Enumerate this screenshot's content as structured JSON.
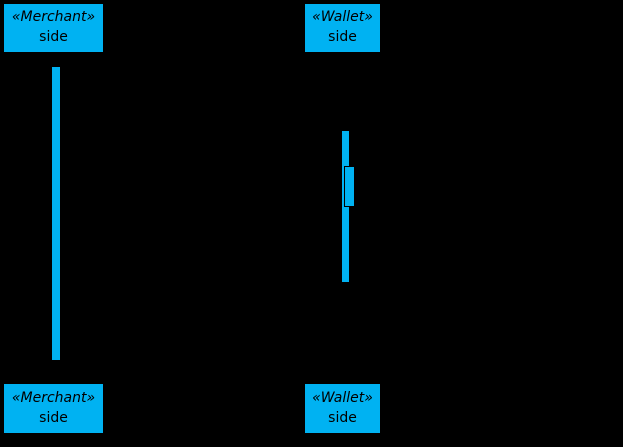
{
  "diagram": {
    "type": "uml-sequence-diagram",
    "background_color": "#000000",
    "participant_fill_color": "#00B2F2",
    "participant_text_color": "#000000",
    "activation_bar_color": "#00B2F2"
  },
  "participants": [
    {
      "stereotype": "«Merchant»",
      "name": "side"
    },
    {
      "stereotype": "«Wallet»",
      "name": "side"
    }
  ]
}
